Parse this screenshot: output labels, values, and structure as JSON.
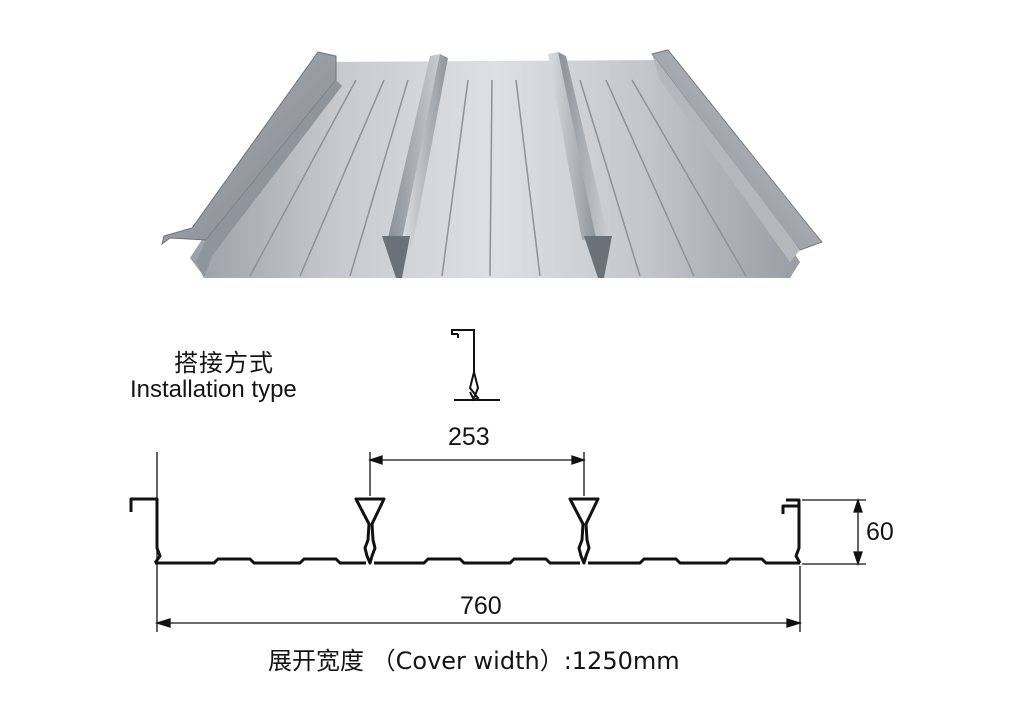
{
  "installation": {
    "title_cn": "搭接方式",
    "title_en": "Installation type"
  },
  "dimensions": {
    "rib_spacing": "253",
    "height": "60",
    "total_width": "760"
  },
  "caption": {
    "cn": "展开宽度",
    "en": "（Cover width）:1250mm"
  },
  "colors": {
    "sheet_light": "#d4d8dd",
    "sheet_mid": "#a9aeb5",
    "sheet_dark": "#7b8088",
    "line": "#111111"
  }
}
